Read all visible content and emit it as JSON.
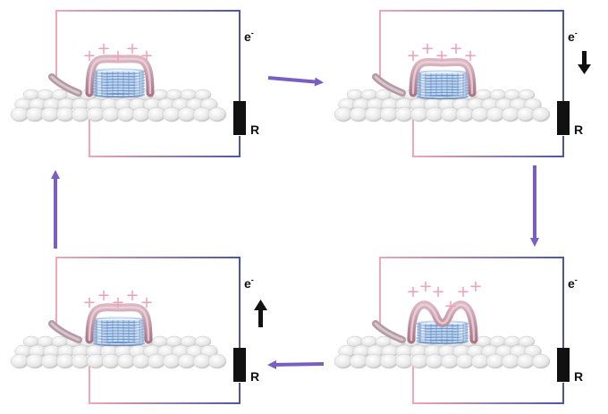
{
  "colors": {
    "wire_pink": "#f2a7b6",
    "wire_blue": "#4a57a6",
    "flow_arrow": "#7b5fc0",
    "charge": "#f0a0b8",
    "resistor": "#111111",
    "arch": "#c79aa8",
    "spring": "#7fa6d6"
  },
  "panels": [
    {
      "name": "top-left",
      "electron_label": "e-",
      "resistor_label": "R",
      "current": "none",
      "charges": "+++++",
      "arch_state": "raised"
    },
    {
      "name": "top-right",
      "electron_label": "e-",
      "resistor_label": "R",
      "current": "down",
      "charges": "+++++",
      "arch_state": "lowering"
    },
    {
      "name": "bottom-right",
      "electron_label": "e-",
      "resistor_label": "R",
      "current": "none",
      "charges": "++++++",
      "arch_state": "pressed"
    },
    {
      "name": "bottom-left",
      "electron_label": "e-",
      "resistor_label": "R",
      "current": "up",
      "charges": "+++++",
      "arch_state": "rising"
    }
  ],
  "cycle_arrows": [
    "right",
    "down",
    "left",
    "up"
  ]
}
